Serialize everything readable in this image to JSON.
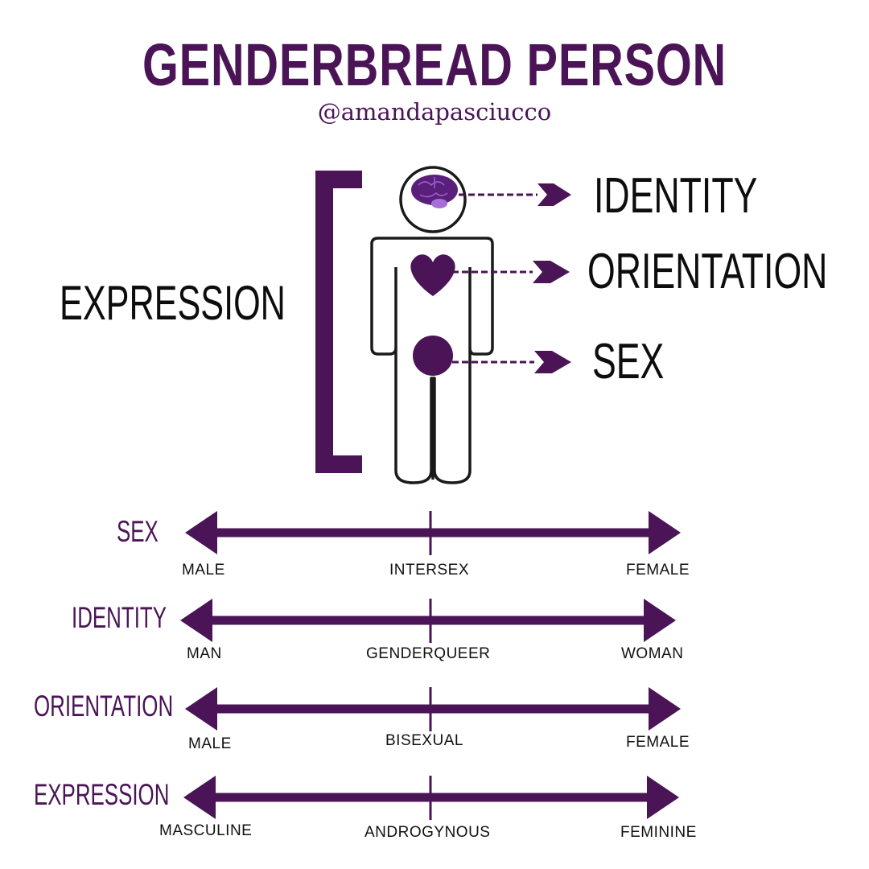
{
  "title": "GENDERBREAD PERSON",
  "handle": "@amandapasciucco",
  "figure": {
    "expression_label": "EXPRESSION",
    "identity_label": "IDENTITY",
    "orientation_label": "ORIENTATION",
    "sex_label": "SEX"
  },
  "spectrums": [
    {
      "name": "SEX",
      "left": "MALE",
      "middle": "INTERSEX",
      "right": "FEMALE"
    },
    {
      "name": "IDENTITY",
      "left": "MAN",
      "middle": "GENDERQUEER",
      "right": "WOMAN"
    },
    {
      "name": "ORIENTATION",
      "left": "MALE",
      "middle": "BISEXUAL",
      "right": "FEMALE"
    },
    {
      "name": "EXPRESSION",
      "left": "MASCULINE",
      "middle": "ANDROGYNOUS",
      "right": "FEMININE"
    }
  ],
  "colors": {
    "accent": "#4a1457",
    "brain": "#6a2c91",
    "brain_light": "#9b5cc8",
    "outline": "#1a1a1a"
  },
  "icons": [
    "brain-icon",
    "heart-icon",
    "circle-icon",
    "arrow-icon",
    "bracket-icon"
  ]
}
